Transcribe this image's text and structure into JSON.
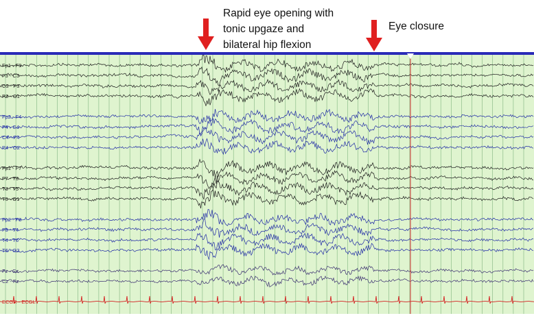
{
  "annotations": {
    "eye_opening": [
      "Rapid eye opening with",
      "tonic upgaze and",
      "bilateral hip flexion"
    ],
    "eye_closure": "Eye closure"
  },
  "colors": {
    "background": "#dff4cf",
    "top_border": "#2a2ab8",
    "gridline": "#7fb37f",
    "event_marker": "#d03030",
    "arrow": "#e02020",
    "left_channels": "#1a1a1a",
    "right_channels": "#1f2aa6",
    "midline_channels": "#3a2e70",
    "ecg": "#d42020"
  },
  "channels": [
    {
      "label": "Fp1 - F3",
      "group": "left"
    },
    {
      "label": "F3 - C3",
      "group": "left"
    },
    {
      "label": "C3 - P3",
      "group": "left"
    },
    {
      "label": "P3 - O1",
      "group": "left"
    },
    {
      "label": "Fp2 - F4",
      "group": "right"
    },
    {
      "label": "F4 - C4",
      "group": "right"
    },
    {
      "label": "C4 - P4",
      "group": "right"
    },
    {
      "label": "P4 - O2",
      "group": "right"
    },
    {
      "label": "Fp1 - F7",
      "group": "left"
    },
    {
      "label": "F7 - T3",
      "group": "left"
    },
    {
      "label": "T3 - T5",
      "group": "left"
    },
    {
      "label": "T5 - O1",
      "group": "left"
    },
    {
      "label": "Fp2 - F8",
      "group": "right"
    },
    {
      "label": "F8 - T4",
      "group": "right"
    },
    {
      "label": "T4 - T6",
      "group": "right"
    },
    {
      "label": "T6 - O2",
      "group": "right"
    },
    {
      "label": "Fz - Cz",
      "group": "midline"
    },
    {
      "label": "Cz - Pz",
      "group": "midline"
    },
    {
      "label": "ECGR - ECGL",
      "group": "ecg"
    }
  ],
  "events": {
    "eye_opening_icon": "down-arrow-icon",
    "eye_closure_icon": "down-arrow-icon",
    "vertical_marker": "time-cursor"
  }
}
